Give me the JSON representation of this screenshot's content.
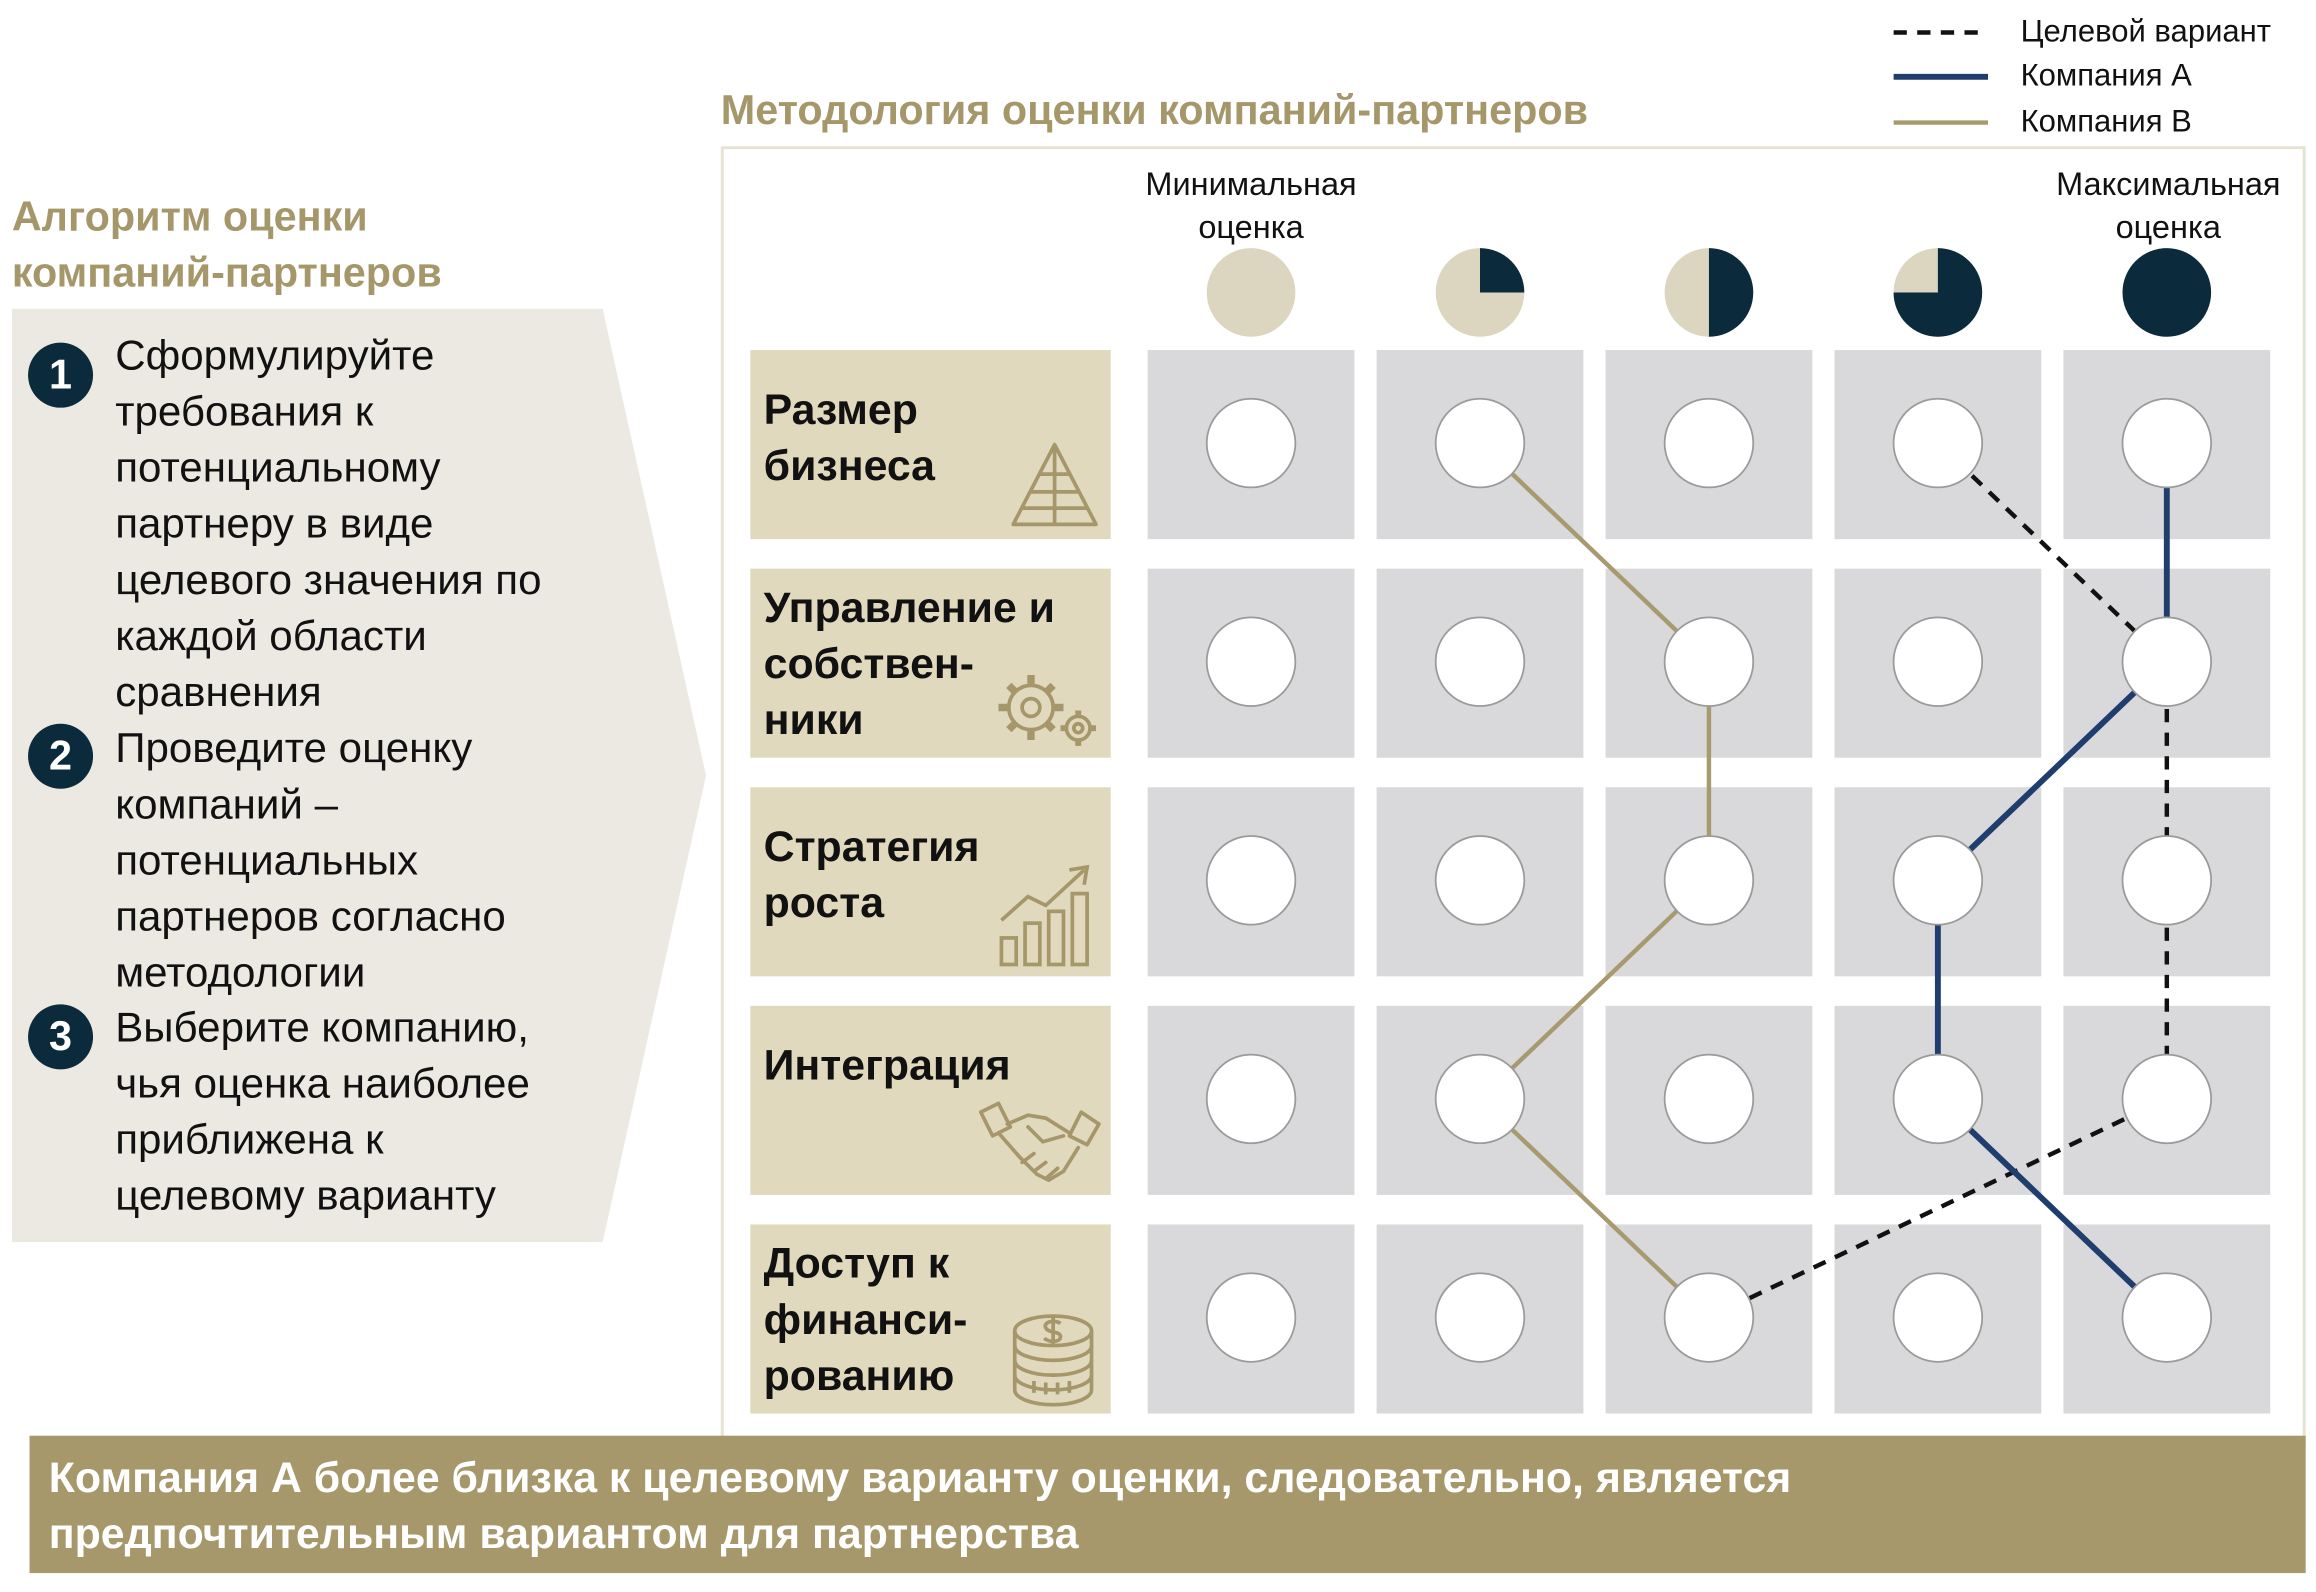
{
  "left_panel": {
    "title_lines": [
      "Алгоритм оценки",
      "компаний-партнеров"
    ],
    "steps": [
      {
        "num": "1",
        "lines": [
          "Сформулируйте",
          "требования к",
          "потенциальному",
          "партнеру в виде",
          "целевого значения по",
          "каждой области",
          "сравнения"
        ]
      },
      {
        "num": "2",
        "lines": [
          "Проведите оценку",
          "компаний –",
          "потенциальных",
          "партнеров согласно",
          "методологии"
        ]
      },
      {
        "num": "3",
        "lines": [
          "Выберите компанию,",
          "чья оценка наиболее",
          "приближена к",
          "целевому варианту"
        ]
      }
    ]
  },
  "methodology": {
    "title": "Методология оценки компаний-партнеров",
    "min_label": [
      "Минимальная",
      "оценка"
    ],
    "max_label": [
      "Максимальная",
      "оценка"
    ],
    "score_fractions": [
      0,
      0.25,
      0.5,
      0.75,
      1
    ],
    "rows": [
      {
        "lines": [
          "Размер",
          "бизнеса"
        ],
        "icon": "pyramid-icon"
      },
      {
        "lines": [
          "Управление и",
          "собствен-",
          "ники"
        ],
        "icon": "gears-icon"
      },
      {
        "lines": [
          "Стратегия",
          "роста"
        ],
        "icon": "growth-chart-icon"
      },
      {
        "lines": [
          "Интеграция"
        ],
        "icon": "handshake-icon"
      },
      {
        "lines": [
          "Доступ к",
          "финанси-",
          "рованию"
        ],
        "icon": "coins-icon"
      }
    ]
  },
  "legend": {
    "target": "Целевой вариант",
    "company_a": "Компания А",
    "company_b": "Компания B"
  },
  "scores": {
    "target": [
      3,
      4,
      4,
      4,
      2
    ],
    "company_a": [
      4,
      4,
      3,
      3,
      4
    ],
    "company_b": [
      1,
      2,
      2,
      1,
      2
    ]
  },
  "colors": {
    "gold": "#a5976a",
    "navy": "#0b2a3c",
    "line_a": "#1f3e6e",
    "line_b": "#a79a6e",
    "cell": "#d9d9dc",
    "label_bg": "#e0d9bd",
    "panel_bg": "#ebe9e1",
    "beige_pie": "#dcd6c0"
  },
  "conclusion": {
    "lines": [
      "Компания А более близка к целевому варианту оценки, следовательно, является",
      "предпочтительным вариантом для партнерства"
    ]
  }
}
